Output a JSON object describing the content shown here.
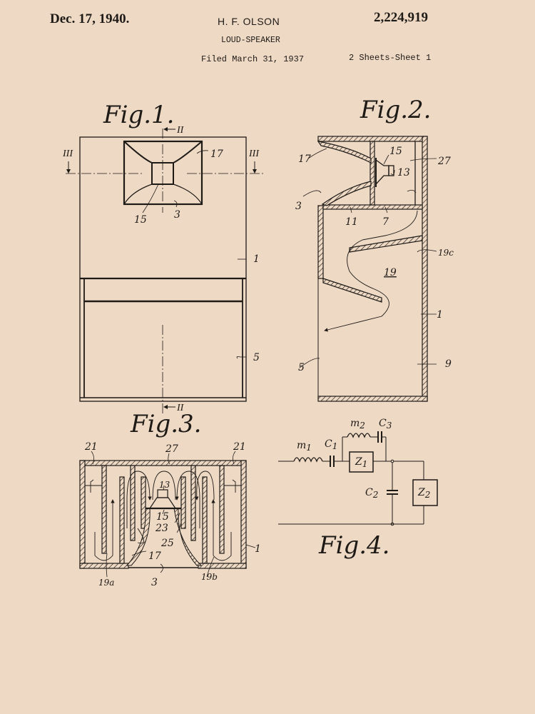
{
  "header": {
    "date": "Dec. 17, 1940.",
    "inventor": "H. F. OLSON",
    "patent_number": "2,224,919",
    "title": "LOUD-SPEAKER",
    "filed": "Filed March 31, 1937",
    "sheets": "2 Sheets-Sheet 1"
  },
  "figures": {
    "fig1": {
      "label": "Fig.1.",
      "section_marks": {
        "top": "II",
        "bottom": "II",
        "left": "III",
        "right": "III"
      },
      "refs": {
        "horn": "17",
        "driver": "15",
        "mouth": "3",
        "cabinet": "1",
        "opening": "5"
      }
    },
    "fig2": {
      "label": "Fig.2.",
      "refs": {
        "horn": "17",
        "throat": "15",
        "driver": "13",
        "chamber": "27",
        "mouth": "3",
        "partition_a": "11",
        "partition_b": "7",
        "passage_c": "19c",
        "passage": "19",
        "cabinet": "1",
        "opening": "5",
        "back": "9"
      }
    },
    "fig3": {
      "label": "Fig.3.",
      "refs": {
        "left_chamber": "21",
        "right_chamber": "21",
        "chamber": "27",
        "driver": "13",
        "throat": "15",
        "wall_a": "23",
        "wall_b": "25",
        "horn": "17",
        "cabinet": "1",
        "passage_a": "19a",
        "passage_b": "19b",
        "mouth": "3"
      }
    },
    "fig4": {
      "label": "Fig.4.",
      "components": {
        "m1": "m",
        "m1_sub": "1",
        "c1": "C",
        "c1_sub": "1",
        "m2": "m",
        "m2_sub": "2",
        "c3": "C",
        "c3_sub": "3",
        "z1": "Z",
        "z1_sub": "1",
        "c2": "C",
        "c2_sub": "2",
        "z2": "Z",
        "z2_sub": "2"
      }
    }
  },
  "colors": {
    "paper": "#EED9C5",
    "ink": "#1e1a16"
  }
}
